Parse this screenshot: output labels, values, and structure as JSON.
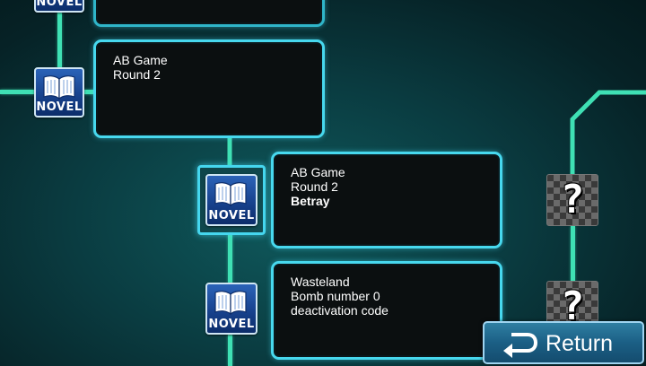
{
  "scene": "flowchart",
  "colors": {
    "line": "#3fe0b4",
    "card_border": "#47d8ee",
    "card_bg": "#0b0f10",
    "node_blue": "#17418c"
  },
  "nodes": {
    "top": {
      "label": "NOVEL"
    },
    "round2": {
      "label": "NOVEL",
      "icon": "open-book-icon"
    },
    "betray": {
      "label": "NOVEL",
      "icon": "open-book-icon",
      "selected": true
    },
    "wasteland": {
      "label": "NOVEL",
      "icon": "open-book-icon"
    }
  },
  "cards": {
    "round2": {
      "lines": [
        "AB Game",
        "Round 2"
      ]
    },
    "betray": {
      "lines": [
        "AB Game",
        "Round 2"
      ],
      "bold_line": "Betray"
    },
    "wasteland": {
      "lines": [
        "Wasteland",
        "Bomb number 0",
        "deactivation code"
      ]
    }
  },
  "mystery": {
    "glyph": "?"
  },
  "return_button": {
    "label": "Return",
    "icon": "return-arrow-icon"
  }
}
